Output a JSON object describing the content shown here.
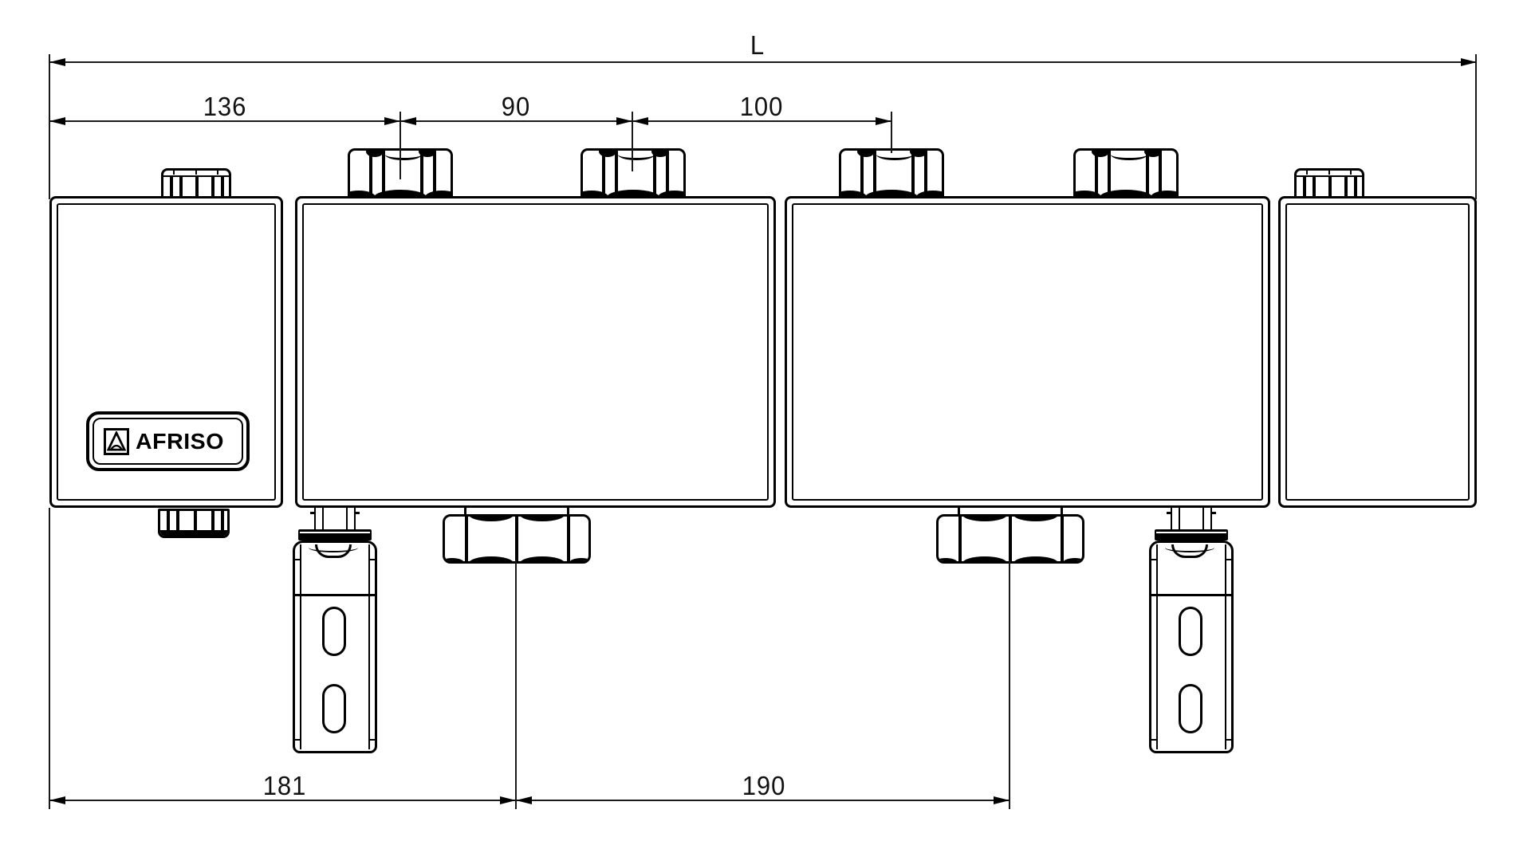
{
  "drawing": {
    "dimensions": {
      "overall_length": "L",
      "top_left_offset": "136",
      "top_mid_spacing": "90",
      "top_right_spacing": "100",
      "bottom_left_span": "181",
      "bottom_right_span": "190"
    },
    "logo": {
      "brand": "AFRISO",
      "mark_icon": "triangle-in-square"
    }
  },
  "colors": {
    "line": "#000000",
    "background": "#ffffff"
  }
}
